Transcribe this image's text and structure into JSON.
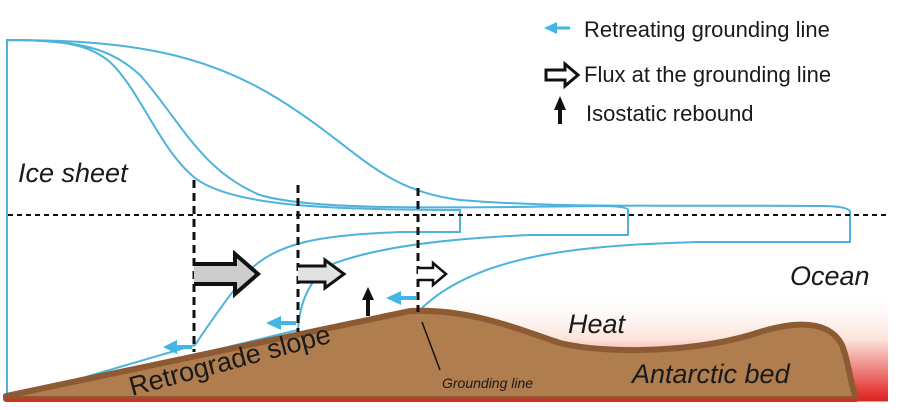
{
  "title": "Marine ice sheet instability on a retrograde slope",
  "legend": {
    "items": [
      {
        "icon": "blue-left-arrow-icon",
        "label": "Retreating grounding line"
      },
      {
        "icon": "hollow-right-arrow-icon",
        "label": "Flux at the grounding line"
      },
      {
        "icon": "black-up-arrow-icon",
        "label": "Isostatic rebound"
      }
    ]
  },
  "labels": {
    "ice_sheet": "Ice sheet",
    "ocean": "Ocean",
    "heat": "Heat",
    "antarctic_bed": "Antarctic bed",
    "retrograde_slope": "Retrograde slope",
    "grounding_line": "Grounding line"
  },
  "colors": {
    "ice_outline": "#4db3dc",
    "ice_fill_dark": "#cccccc",
    "ice_fill_light": "#e2e2e4",
    "bed_fill": "#b07d4e",
    "bed_outline": "#8c5a33",
    "heat_red": "#e02020",
    "arrow_blue": "#43b6e6",
    "arrow_black": "#111111"
  },
  "stages": [
    {
      "name": "stage-1",
      "flux_magnitude": "large"
    },
    {
      "name": "stage-2",
      "flux_magnitude": "medium"
    },
    {
      "name": "stage-3",
      "flux_magnitude": "small"
    }
  ]
}
